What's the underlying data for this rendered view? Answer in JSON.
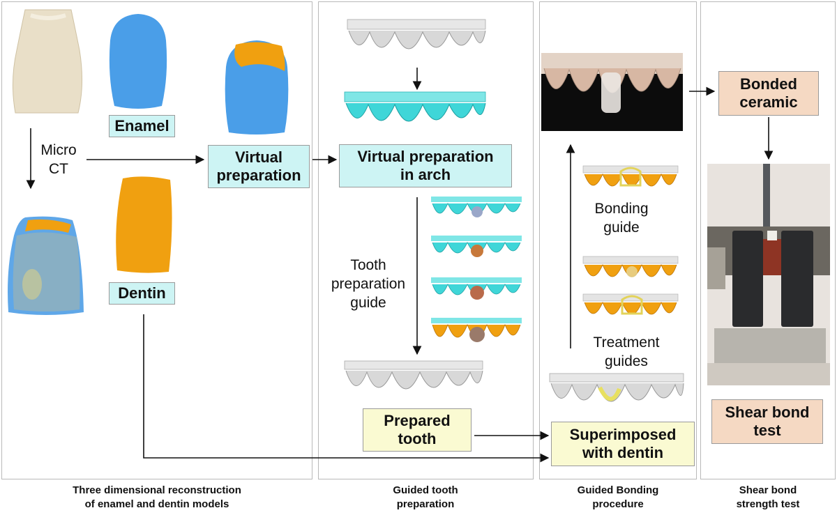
{
  "panels": {
    "p1_caption": "Three dimensional reconstruction\nof  enamel and dentin models",
    "p2_caption": "Guided tooth\npreparation",
    "p3_caption": "Guided Bonding\nprocedure",
    "p4_caption": "Shear bond\nstrength test"
  },
  "labels": {
    "enamel": "Enamel",
    "dentin": "Dentin",
    "micro_ct": "Micro\nCT",
    "virtual_preparation": "Virtual\npreparation",
    "virtual_preparation_arch": "Virtual preparation\nin arch",
    "tooth_prep_guide": "Tooth\npreparation\nguide",
    "prepared_tooth": "Prepared\ntooth",
    "superimposed": "Superimposed\nwith dentin",
    "bonding_guide": "Bonding\nguide",
    "treatment_guides": "Treatment\nguides",
    "bonded_ceramic": "Bonded\nceramic",
    "shear_bond_test": "Shear bond\ntest"
  },
  "colors": {
    "cyan_box": "#cdf4f4",
    "yellow_box": "#fafad2",
    "peach_box": "#f5d9c3",
    "enamel_blue": "#4a9ee8",
    "dentin_orange": "#f0a010",
    "arch_cyan": "#3fd6d8",
    "arch_gray": "#d8d8d8"
  }
}
